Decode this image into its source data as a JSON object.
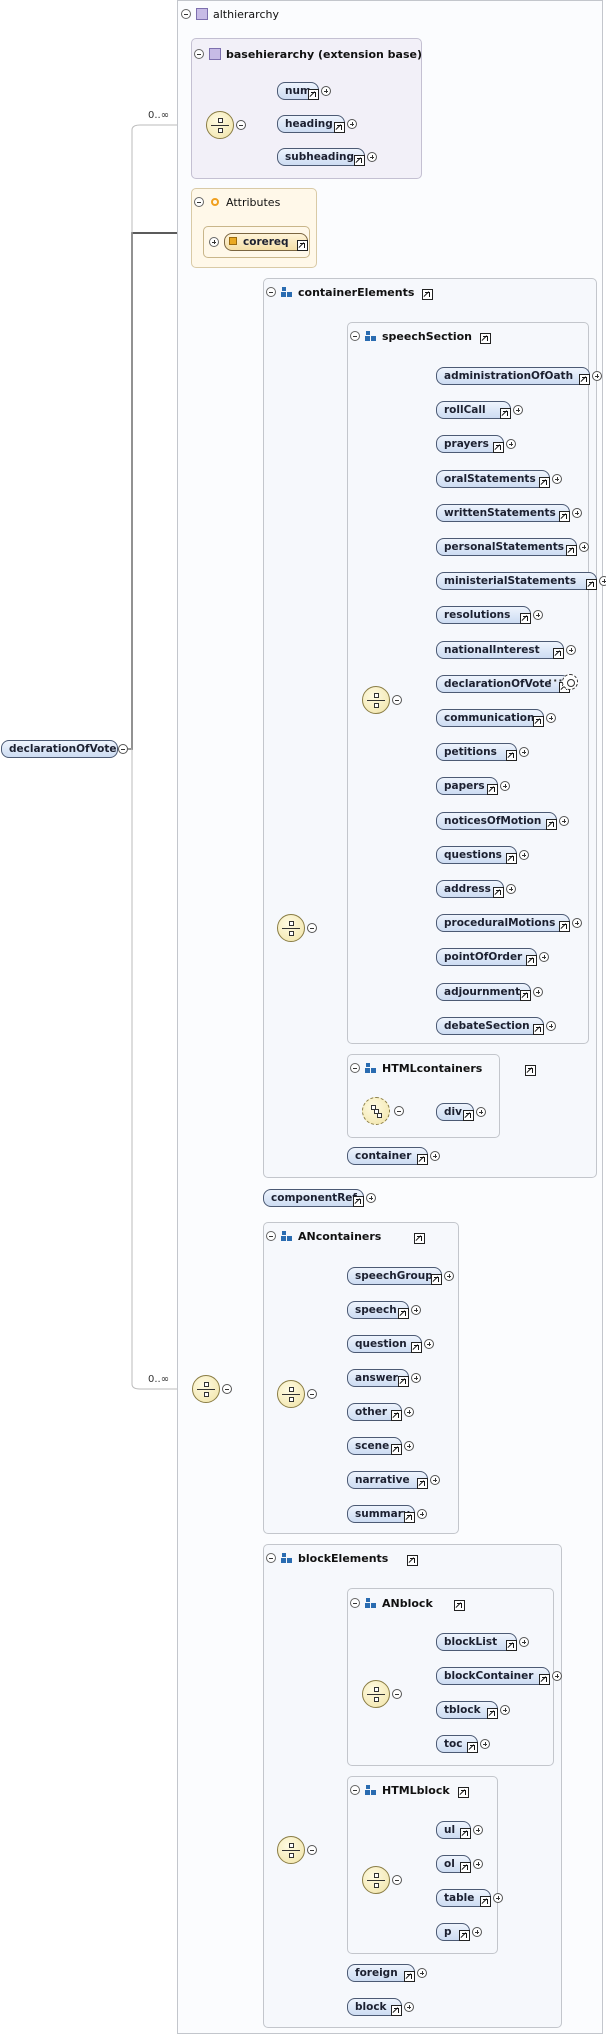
{
  "root_element": "declarationOfVote",
  "cardinality_label": "0..∞",
  "groups": {
    "althierarchy": "althierarchy",
    "basehierarchy": "basehierarchy (extension base)",
    "attributes": "Attributes",
    "attribute_group": "corereq",
    "containerElements": "containerElements",
    "speechSection": "speechSection",
    "HTMLcontainers": "HTMLcontainers",
    "ANcontainers": "ANcontainers",
    "blockElements": "blockElements",
    "ANblock": "ANblock",
    "HTMLblock": "HTMLblock"
  },
  "basehierarchy_elements": [
    "num",
    "heading",
    "subheading"
  ],
  "speechSection_elements": [
    "administrationOfOath",
    "rollCall",
    "prayers",
    "oralStatements",
    "writtenStatements",
    "personalStatements",
    "ministerialStatements",
    "resolutions",
    "nationalInterest",
    "declarationOfVote",
    "communication",
    "petitions",
    "papers",
    "noticesOfMotion",
    "questions",
    "address",
    "proceduralMotions",
    "pointOfOrder",
    "adjournment",
    "debateSection"
  ],
  "HTMLcontainers_elements": [
    "div"
  ],
  "container_element": "container",
  "componentRef_element": "componentRef",
  "ANcontainers_elements": [
    "speechGroup",
    "speech",
    "question",
    "answer",
    "other",
    "scene",
    "narrative",
    "summary"
  ],
  "ANblock_elements": [
    "blockList",
    "blockContainer",
    "tblock",
    "toc"
  ],
  "HTMLblock_elements": [
    "ul",
    "ol",
    "table",
    "p"
  ],
  "blockElements_extra": [
    "foreign",
    "block"
  ]
}
